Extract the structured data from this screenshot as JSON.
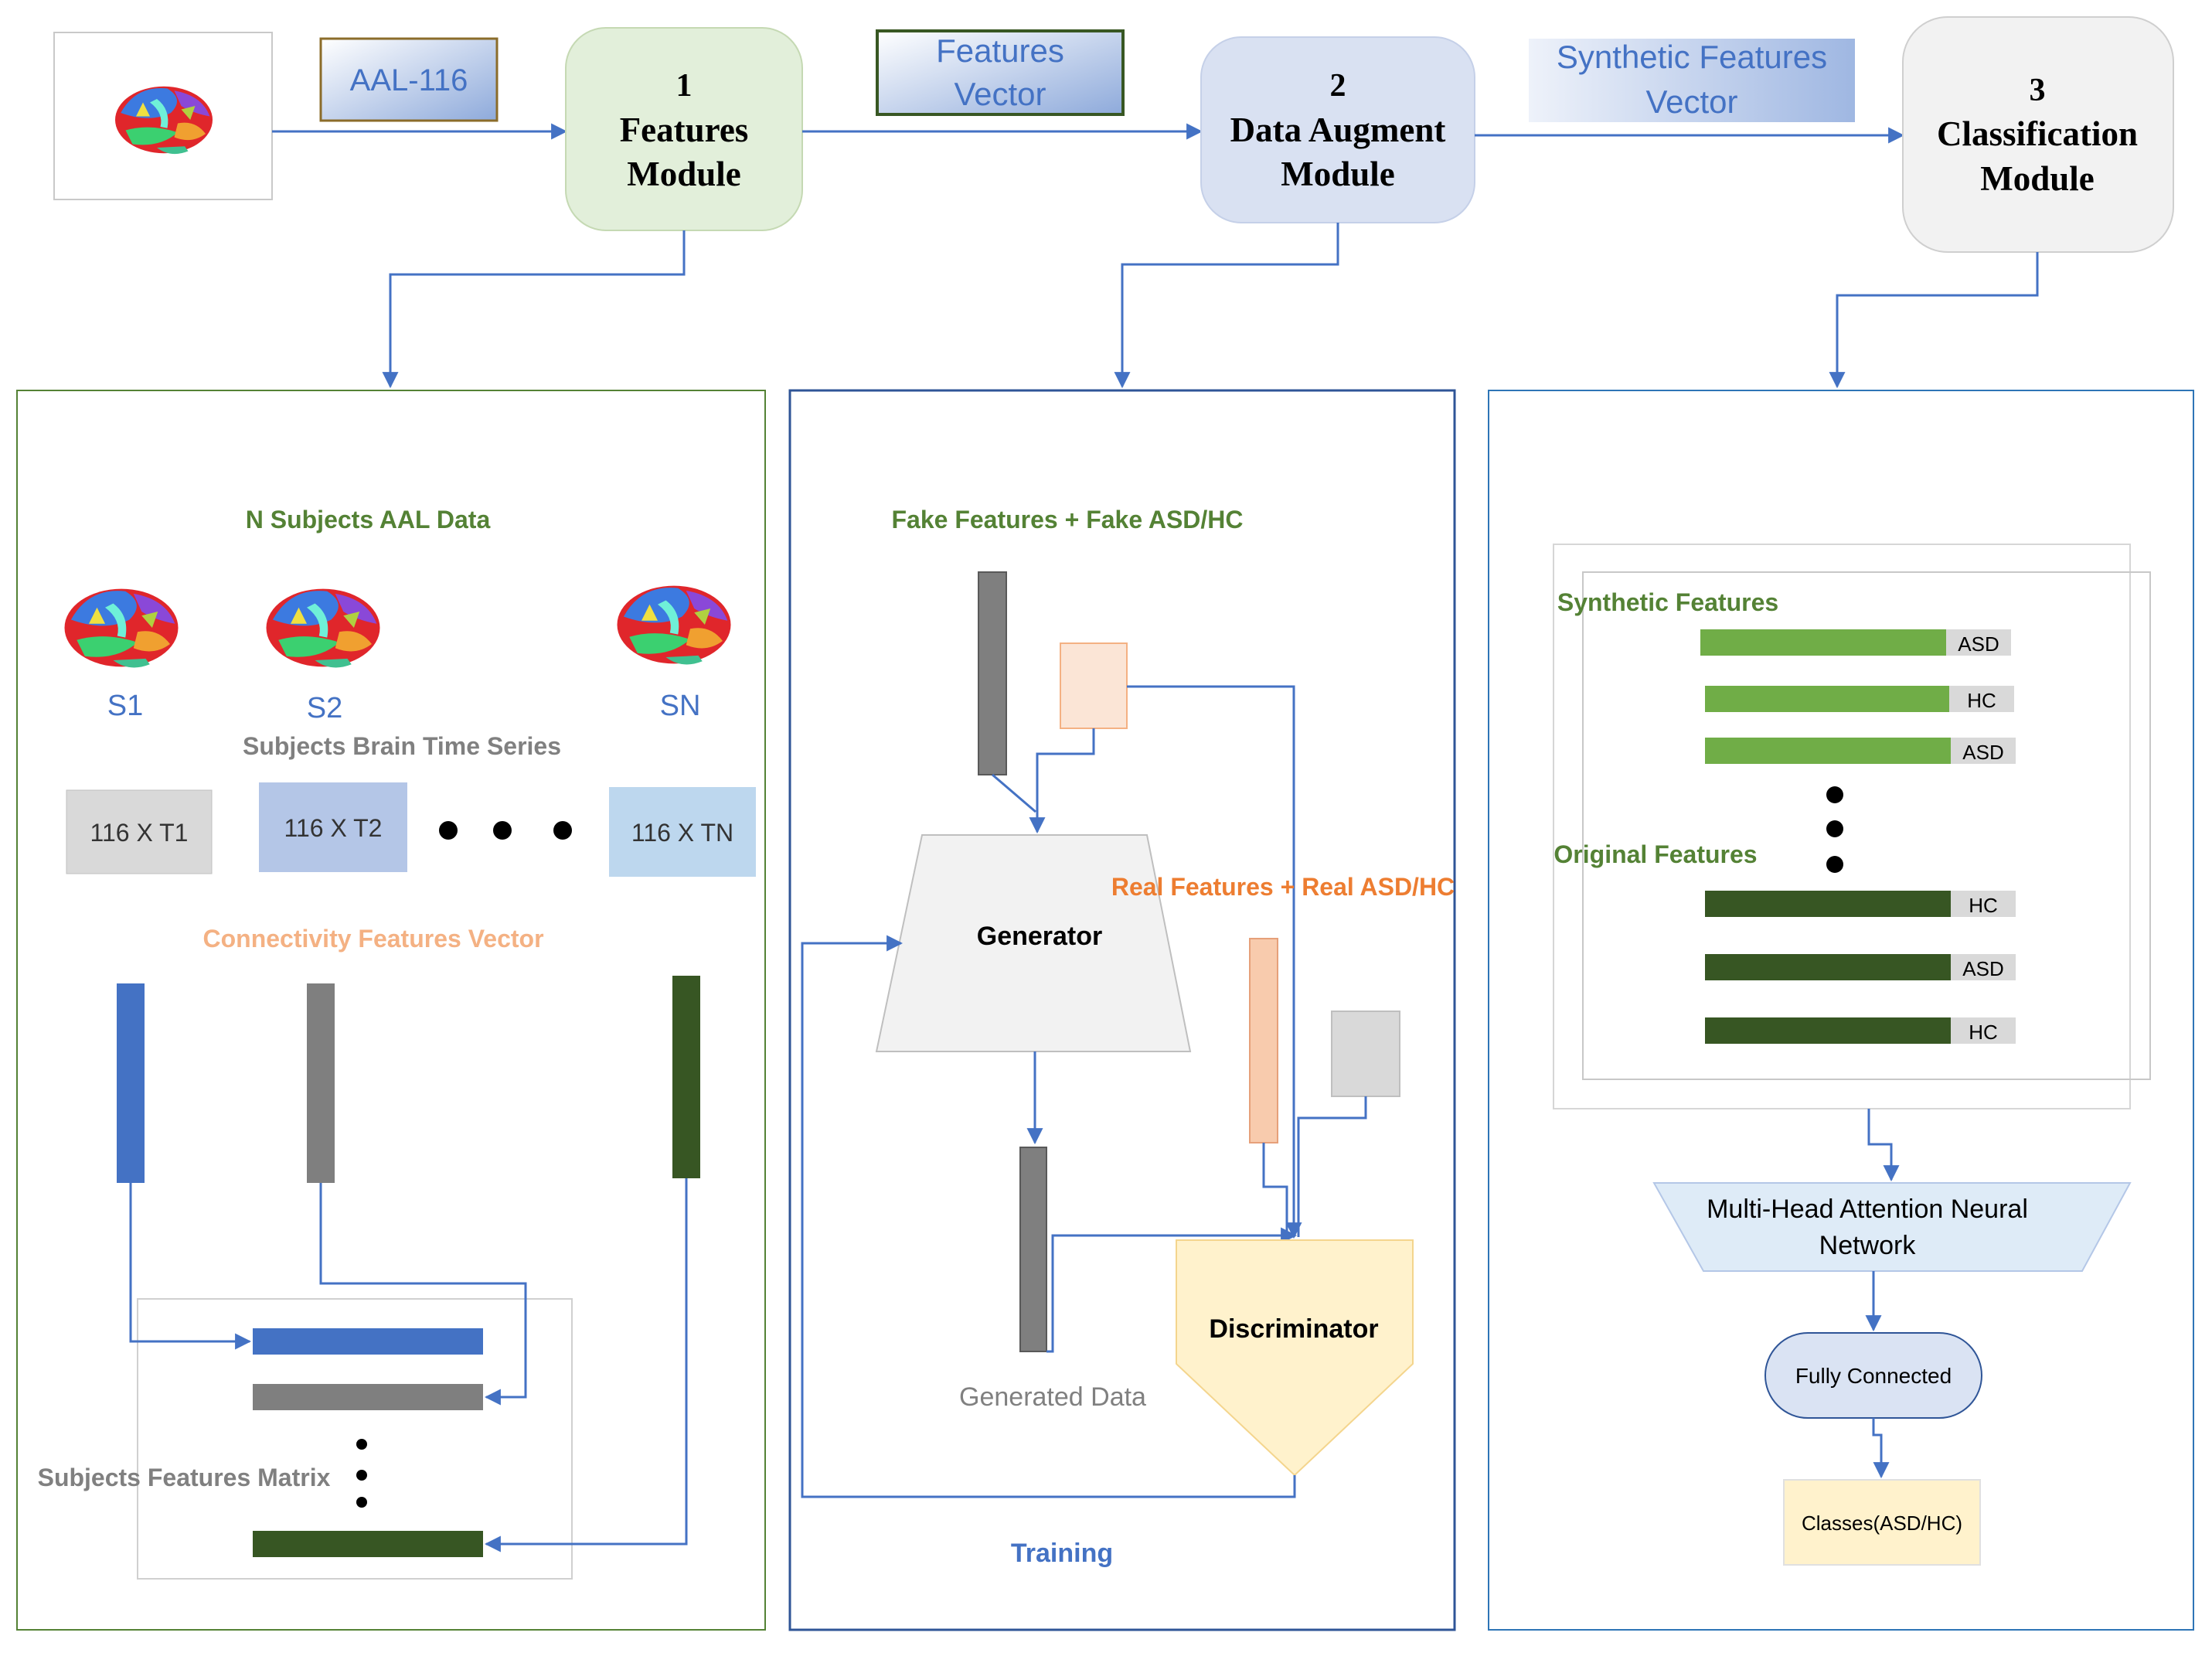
{
  "top": {
    "aal_tag": "AAL-116",
    "features_vector_tag": [
      "Features",
      "Vector"
    ],
    "synthetic_vector_tag": [
      "Synthetic Features",
      "Vector"
    ],
    "module1": {
      "number": "1",
      "name": [
        "Features",
        "Module"
      ]
    },
    "module2": {
      "number": "2",
      "name": [
        "Data Augment",
        "Module"
      ]
    },
    "module3": {
      "number": "3",
      "name": [
        "Classification",
        "Module"
      ]
    }
  },
  "left_panel": {
    "title": "N Subjects AAL Data",
    "subjects": [
      "S1",
      "S2",
      "SN"
    ],
    "time_series_title": "Subjects Brain Time Series",
    "matrices": [
      "116 X T1",
      "116 X T2",
      "116 X TN"
    ],
    "connectivity_title": "Connectivity Features Vector",
    "matrix_label": "Subjects Features Matrix"
  },
  "middle_panel": {
    "fake_label": "Fake Features + Fake ASD/HC",
    "real_label": "Real Features + Real ASD/HC",
    "generator": "Generator",
    "discriminator": "Discriminator",
    "generated_label": "Generated Data",
    "training_label": "Training"
  },
  "right_panel": {
    "synthetic_label": "Synthetic Features",
    "original_label": "Original Features",
    "synthetic_rows": [
      "ASD",
      "HC",
      "ASD"
    ],
    "original_rows": [
      "HC",
      "ASD",
      "HC"
    ],
    "attention": [
      "Multi-Head Attention Neural",
      "Network"
    ],
    "fully_connected": "Fully Connected",
    "classes": "Classes(ASD/HC)"
  },
  "colors": {
    "arrow": "#4472c4",
    "green_text": "#548235",
    "orange_text": "#ed7d31",
    "blue_text": "#4472c4",
    "bar_blue": "#4472c4",
    "bar_gray": "#7f7f7f",
    "bar_dark_green": "#375623",
    "bar_light_green": "#70ad47",
    "bar_peach": "#f8cbad"
  }
}
